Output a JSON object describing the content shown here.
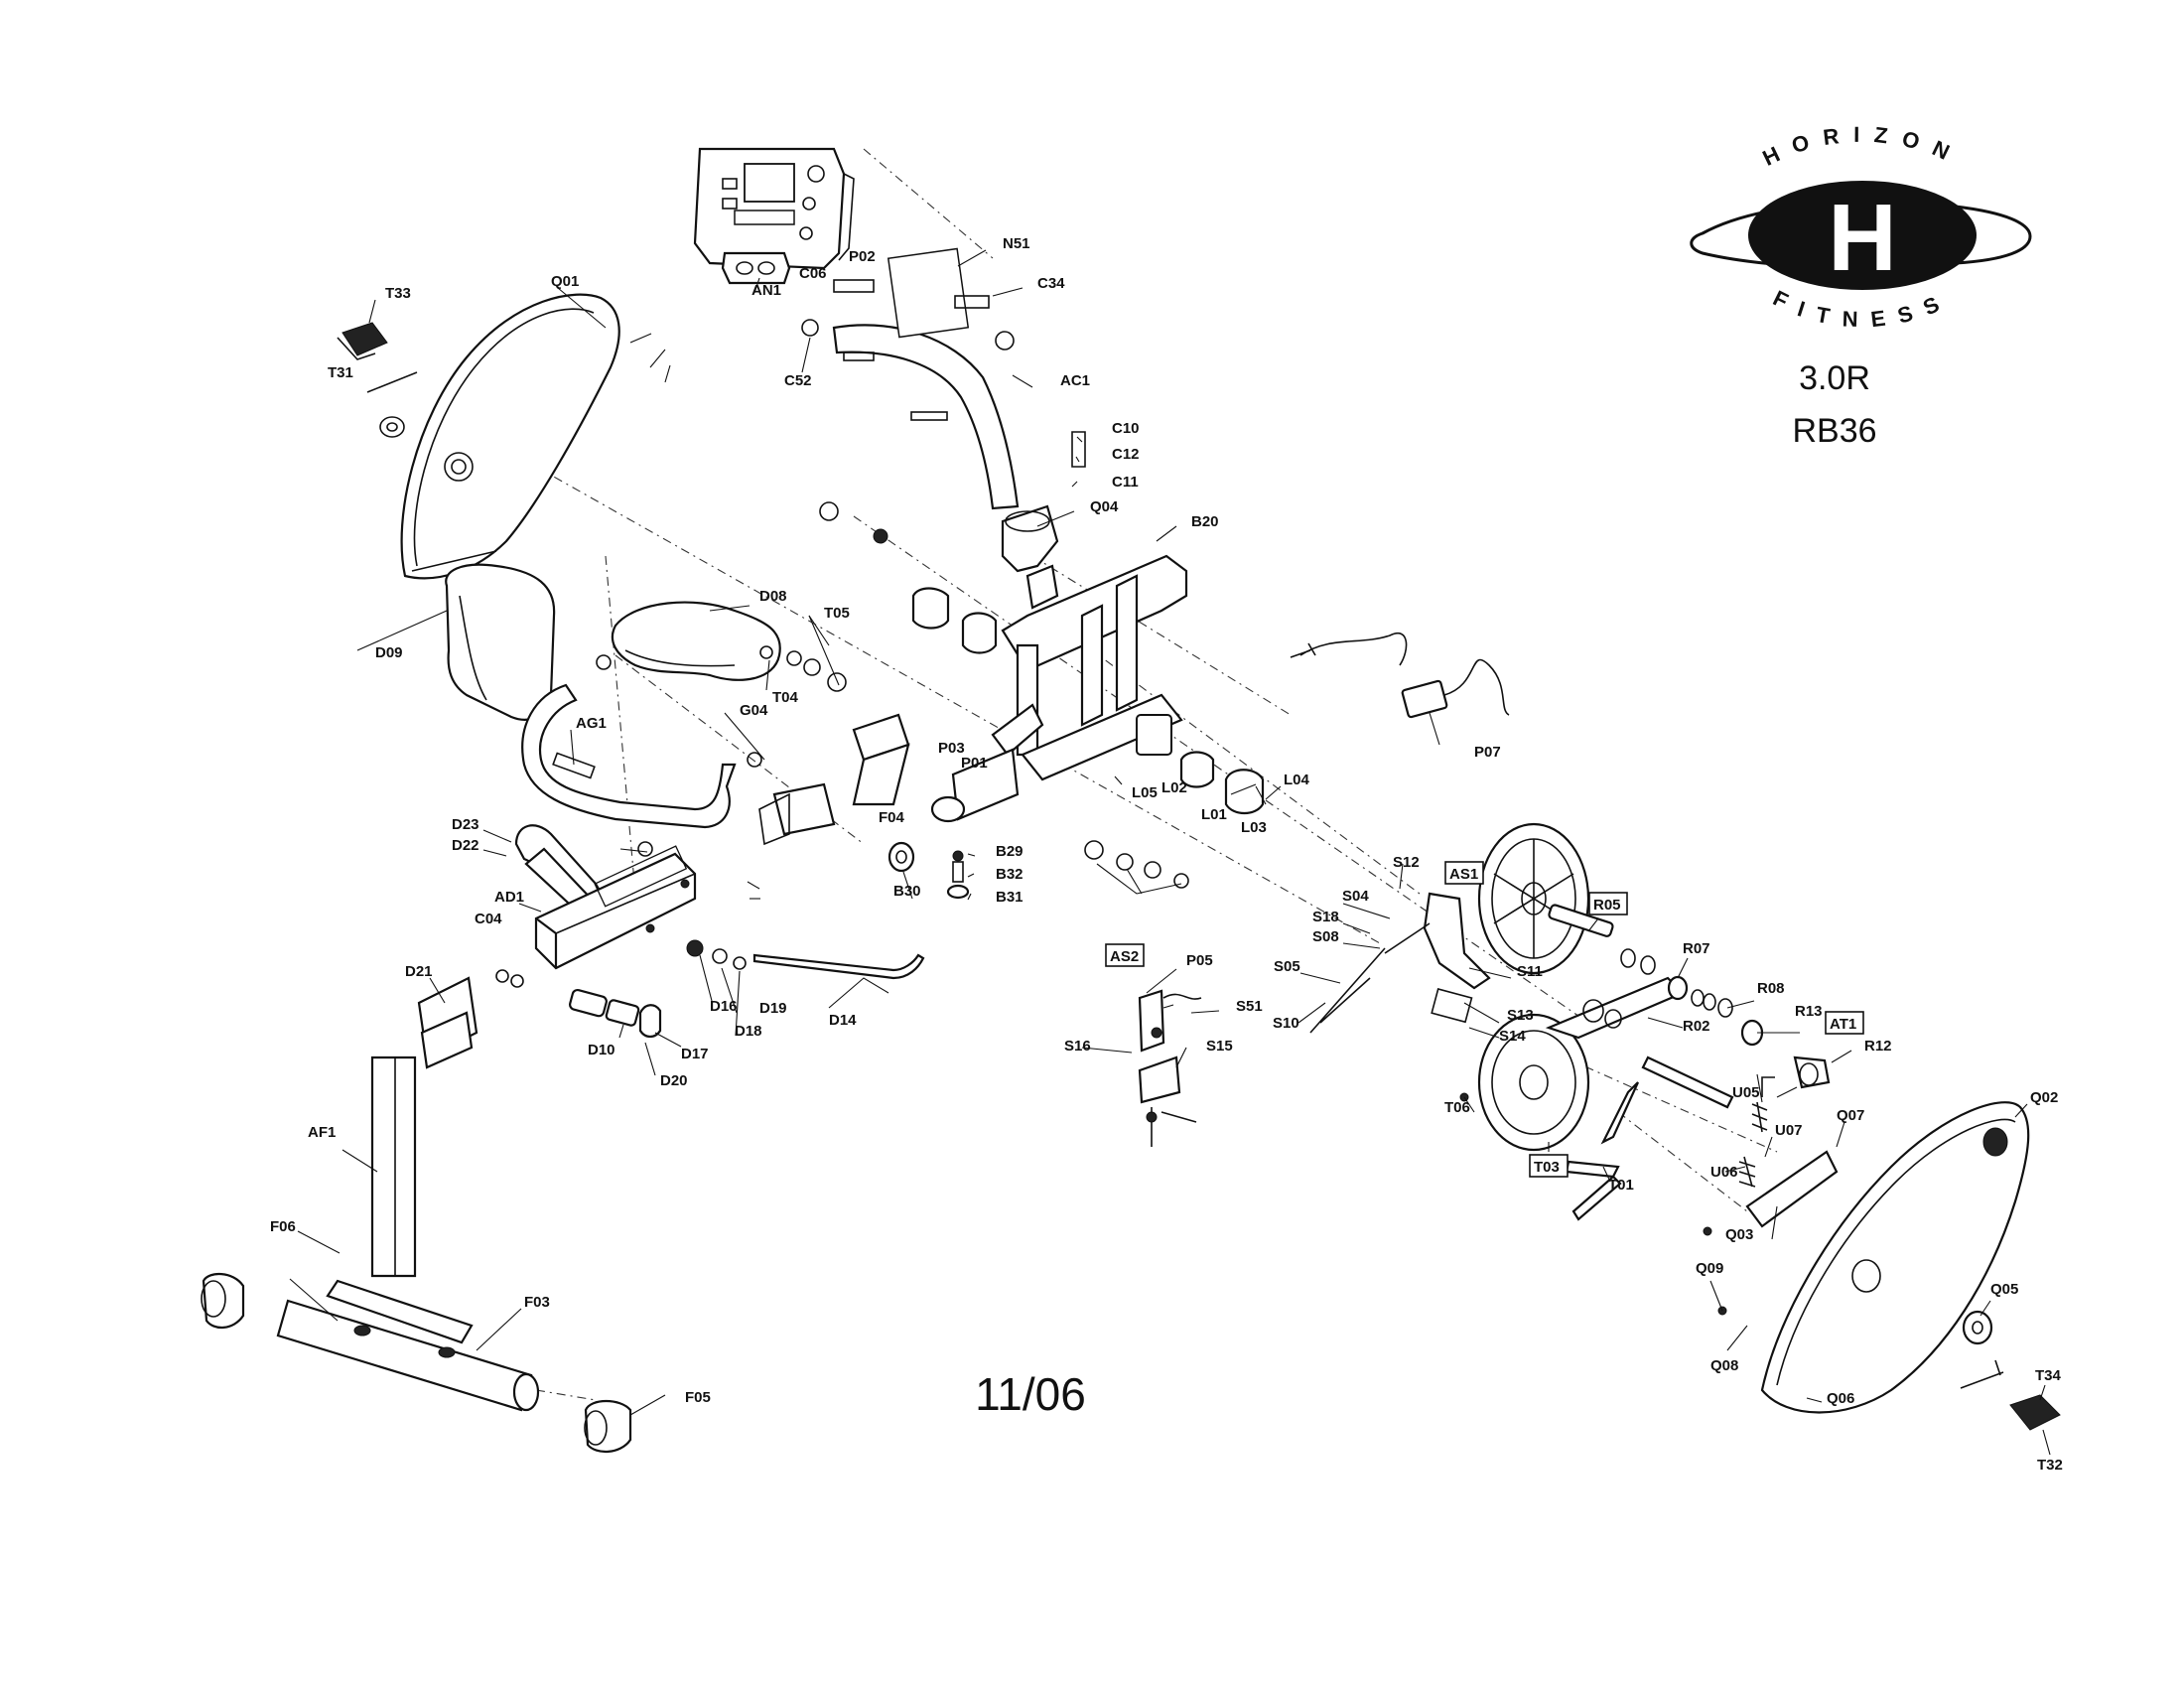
{
  "brand": {
    "top_text": "HORIZON",
    "bottom_text": "FITNESS",
    "letter": "H"
  },
  "model": {
    "name": "3.0R",
    "code": "RB36"
  },
  "date_code": "11/06",
  "callouts": [
    {
      "id": "T33",
      "style": "plain"
    },
    {
      "id": "T31",
      "style": "plain"
    },
    {
      "id": "Q01",
      "style": "plain"
    },
    {
      "id": "Q07",
      "style": "plain"
    },
    {
      "id": "Q08",
      "style": "plain"
    },
    {
      "id": "Q09",
      "style": "plain"
    },
    {
      "id": "AN1",
      "style": "plain"
    },
    {
      "id": "C06",
      "style": "plain"
    },
    {
      "id": "P02",
      "style": "plain"
    },
    {
      "id": "N51",
      "style": "plain"
    },
    {
      "id": "C34",
      "style": "plain"
    },
    {
      "id": "C52",
      "style": "plain"
    },
    {
      "id": "AC1",
      "style": "plain"
    },
    {
      "id": "C10",
      "style": "plain"
    },
    {
      "id": "C12",
      "style": "plain"
    },
    {
      "id": "C11",
      "style": "plain"
    },
    {
      "id": "R12",
      "style": "plain"
    },
    {
      "id": "R13",
      "style": "plain"
    },
    {
      "id": "R08",
      "style": "plain"
    },
    {
      "id": "Q04",
      "style": "plain"
    },
    {
      "id": "B20",
      "style": "plain"
    },
    {
      "id": "D09",
      "style": "plain"
    },
    {
      "id": "D08",
      "style": "plain"
    },
    {
      "id": "T05",
      "style": "plain"
    },
    {
      "id": "T04",
      "style": "plain"
    },
    {
      "id": "AG1",
      "style": "plain"
    },
    {
      "id": "G04",
      "style": "plain"
    },
    {
      "id": "F04",
      "style": "plain"
    },
    {
      "id": "P03",
      "style": "plain"
    },
    {
      "id": "P01",
      "style": "plain"
    },
    {
      "id": "L05",
      "style": "plain"
    },
    {
      "id": "L02",
      "style": "plain"
    },
    {
      "id": "L01",
      "style": "plain"
    },
    {
      "id": "L04",
      "style": "plain"
    },
    {
      "id": "L03",
      "style": "plain"
    },
    {
      "id": "P07",
      "style": "plain"
    },
    {
      "id": "D23",
      "style": "plain"
    },
    {
      "id": "D22",
      "style": "plain"
    },
    {
      "id": "AD1",
      "style": "plain"
    },
    {
      "id": "C04",
      "style": "plain"
    },
    {
      "id": "B29",
      "style": "plain"
    },
    {
      "id": "B32",
      "style": "plain"
    },
    {
      "id": "B31",
      "style": "plain"
    },
    {
      "id": "B30",
      "style": "plain"
    },
    {
      "id": "D21",
      "style": "plain"
    },
    {
      "id": "D16",
      "style": "plain"
    },
    {
      "id": "D19",
      "style": "plain"
    },
    {
      "id": "D18",
      "style": "plain"
    },
    {
      "id": "D14",
      "style": "plain"
    },
    {
      "id": "D10",
      "style": "plain"
    },
    {
      "id": "D17",
      "style": "plain"
    },
    {
      "id": "D20",
      "style": "plain"
    },
    {
      "id": "AF1",
      "style": "plain"
    },
    {
      "id": "F06",
      "style": "plain"
    },
    {
      "id": "F03",
      "style": "plain"
    },
    {
      "id": "F05",
      "style": "plain"
    },
    {
      "id": "AS2",
      "style": "boxed"
    },
    {
      "id": "P05",
      "style": "plain"
    },
    {
      "id": "S51",
      "style": "plain"
    },
    {
      "id": "S16",
      "style": "plain"
    },
    {
      "id": "S15",
      "style": "plain"
    },
    {
      "id": "S12",
      "style": "plain"
    },
    {
      "id": "S04",
      "style": "plain"
    },
    {
      "id": "S18",
      "style": "plain"
    },
    {
      "id": "S08",
      "style": "plain"
    },
    {
      "id": "S05",
      "style": "plain"
    },
    {
      "id": "S10",
      "style": "plain"
    },
    {
      "id": "AS1",
      "style": "boxed"
    },
    {
      "id": "S11",
      "style": "plain"
    },
    {
      "id": "S13",
      "style": "plain"
    },
    {
      "id": "S14",
      "style": "plain"
    },
    {
      "id": "R05",
      "style": "boxed"
    },
    {
      "id": "R07",
      "style": "plain"
    },
    {
      "id": "R02",
      "style": "plain"
    },
    {
      "id": "T06",
      "style": "plain"
    },
    {
      "id": "T03",
      "style": "boxed"
    },
    {
      "id": "T01",
      "style": "plain"
    },
    {
      "id": "U05",
      "style": "plain"
    },
    {
      "id": "U06",
      "style": "plain"
    },
    {
      "id": "U07",
      "style": "plain"
    },
    {
      "id": "Q02",
      "style": "plain"
    },
    {
      "id": "Q03",
      "style": "plain"
    },
    {
      "id": "Q05",
      "style": "plain"
    },
    {
      "id": "Q06",
      "style": "plain"
    },
    {
      "id": "T34",
      "style": "plain"
    },
    {
      "id": "T32",
      "style": "plain"
    },
    {
      "id": "AT1",
      "style": "boxed"
    }
  ]
}
